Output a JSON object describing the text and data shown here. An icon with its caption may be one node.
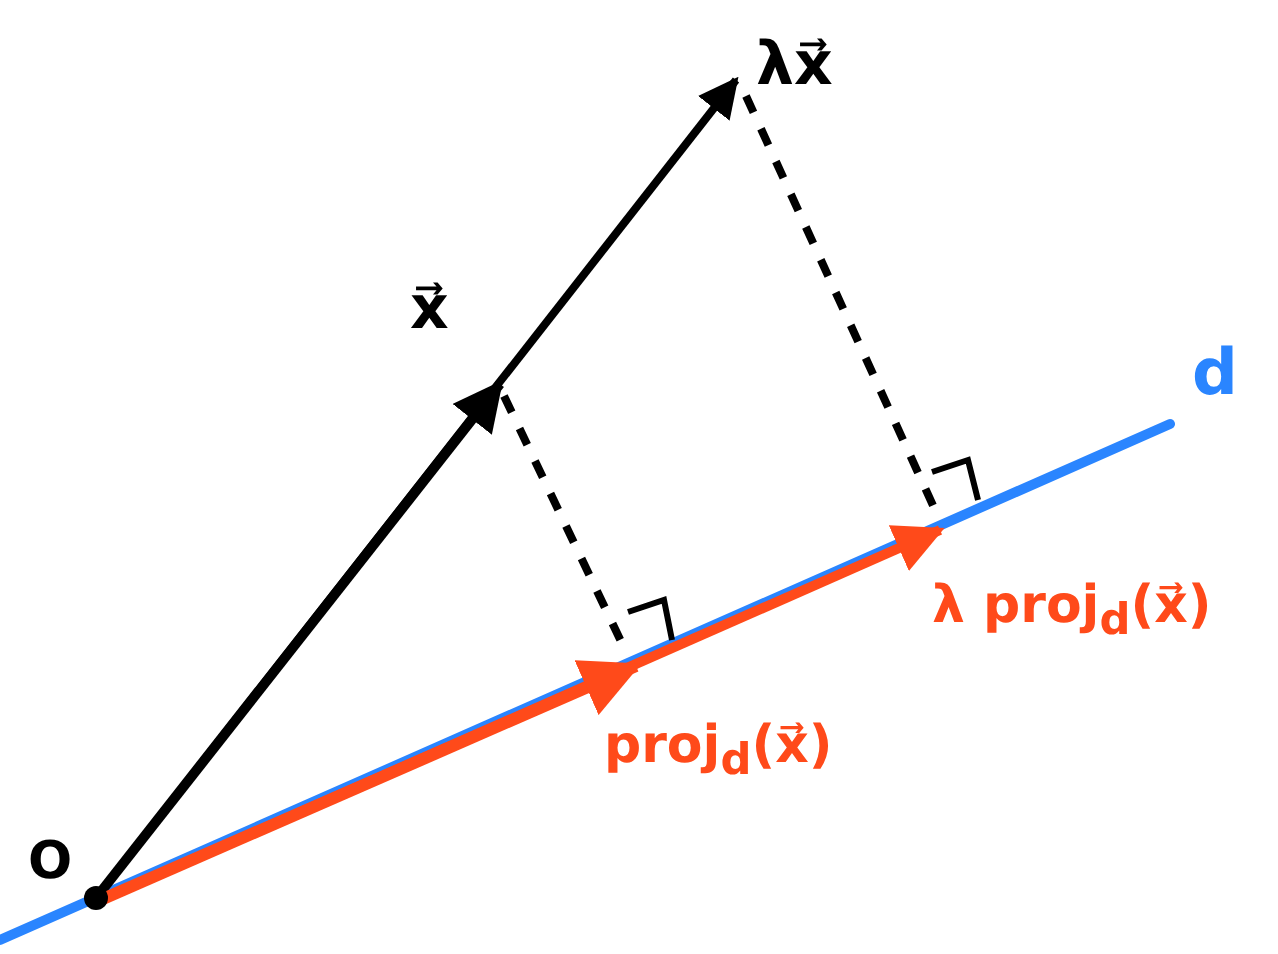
{
  "diagram": {
    "labels": [
      "λx⃗",
      "x⃗",
      "d",
      "λ proj$_{d}$(x⃗)",
      "proj$_{d}$(x⃗)",
      "O"
    ]
  }
}
